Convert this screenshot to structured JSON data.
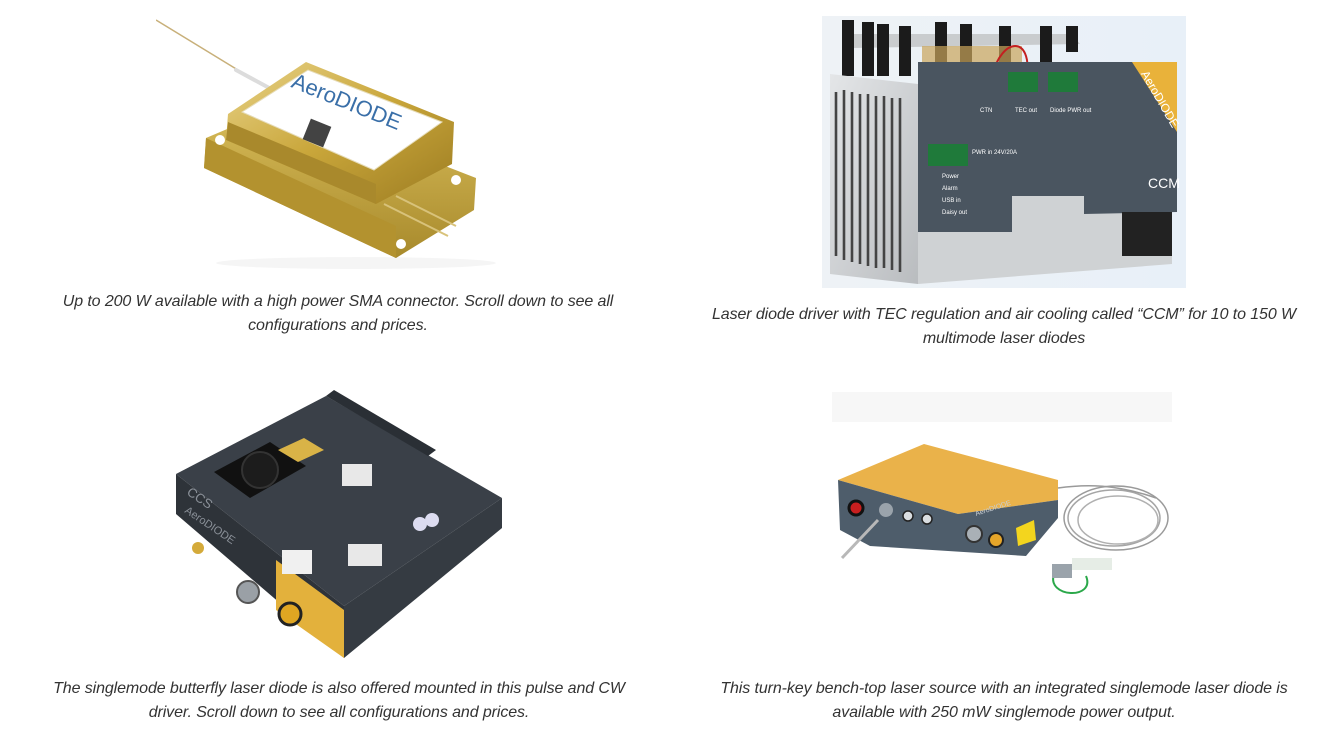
{
  "gallery": {
    "items": [
      {
        "image_alt": "AeroDIODE gold high power multimode laser diode package with fiber pigtail",
        "brand": "AeroDIODE",
        "caption": "Up to 200 W available with a high power SMA connector. Scroll down to see all configurations and prices."
      },
      {
        "image_alt": "CCM laser diode driver with TEC regulation and air cooling heatsink",
        "brand": "AeroDIODE",
        "model": "CCM",
        "labels": [
          "CTN",
          "TEC out",
          "Diode PWR out",
          "PWR in 24V/20A",
          "Power",
          "Alarm",
          "USB in",
          "Daisy out"
        ],
        "caption": "Laser diode driver with TEC regulation and air cooling called “CCM” for 10 to 150 W multimode laser diodes"
      },
      {
        "image_alt": "CCS pulse and CW driver board with mounted singlemode butterfly laser diode",
        "brand": "AeroDIODE",
        "model": "CCS",
        "caption": "The singlemode butterfly laser diode is also offered mounted in this pulse and CW driver. Scroll down to see all configurations and prices."
      },
      {
        "image_alt": "Turn-key bench-top laser source with key switch and fiber output",
        "brand": "AeroDIODE",
        "caption": "This turn-key bench-top laser source with an integrated singlemode laser diode is available with 250 mW singlemode power output."
      }
    ]
  },
  "colors": {
    "gold": "#c9a63a",
    "aero_yellow": "#e9b23a",
    "driver_gray": "#4a5560",
    "caption_text": "#333333"
  }
}
